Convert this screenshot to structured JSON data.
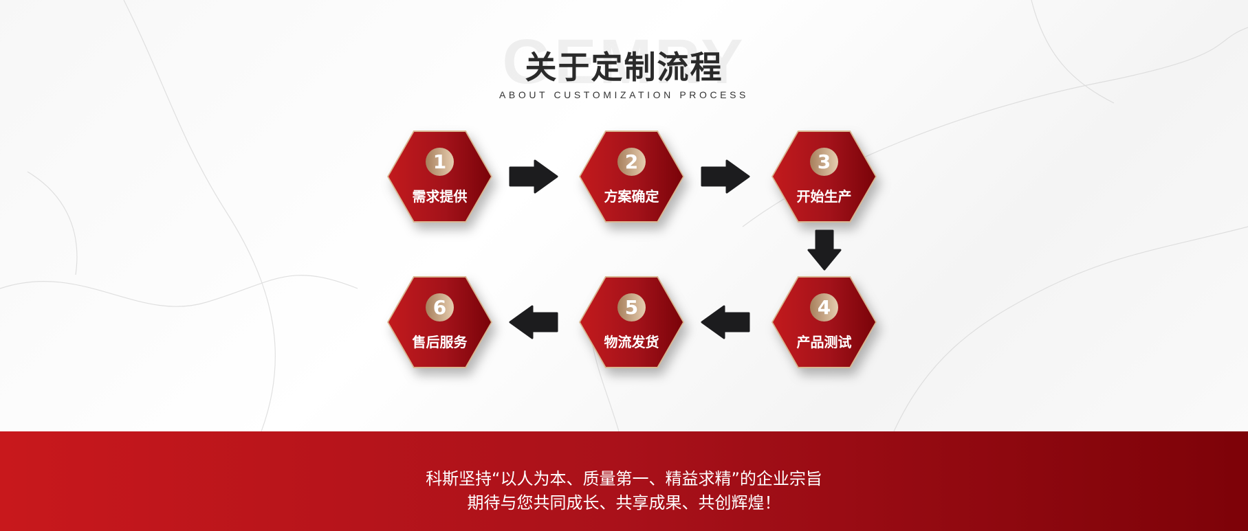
{
  "header": {
    "watermark": "GEMRY",
    "title": "关于定制流程",
    "subtitle": "ABOUT CUSTOMIZATION PROCESS"
  },
  "steps": [
    {
      "number": "1",
      "label": "需求提供"
    },
    {
      "number": "2",
      "label": "方案确定"
    },
    {
      "number": "3",
      "label": "开始生产"
    },
    {
      "number": "4",
      "label": "产品测试"
    },
    {
      "number": "5",
      "label": "物流发货"
    },
    {
      "number": "6",
      "label": "售后服务"
    }
  ],
  "arrows": [
    "arrow-right-icon",
    "arrow-right-icon",
    "arrow-down-icon",
    "arrow-left-icon",
    "arrow-left-icon"
  ],
  "footer": {
    "line1": "科斯坚持“以人为本、质量第一、精益求精”的企业宗旨",
    "line2": "期待与您共同成长、共享成果、共创辉煌！"
  },
  "colors": {
    "accent_red": "#b3141b",
    "dark_red": "#7d0208",
    "gold": "#d9b792",
    "arrow": "#1c1c1e"
  }
}
